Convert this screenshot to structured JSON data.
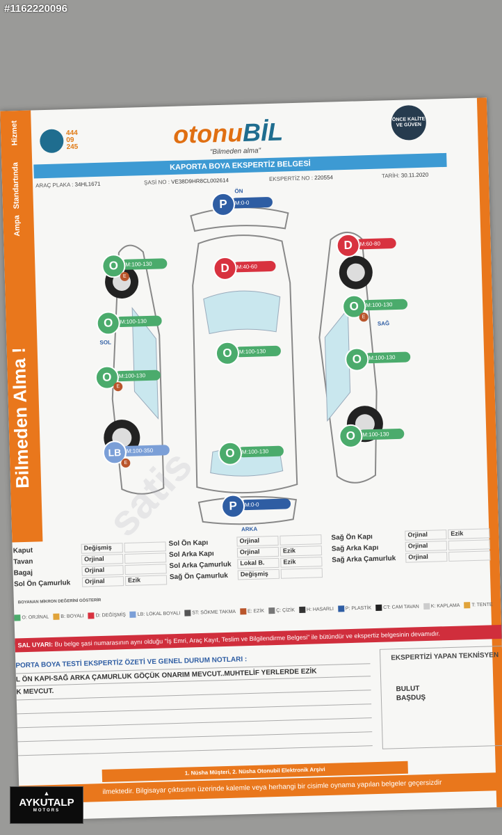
{
  "listing_id": "#1162220096",
  "brand": {
    "name_main": "otonu",
    "name_accent": "BİL",
    "tagline": "\"Bilmeden alma\"",
    "side_number": "444 09 245"
  },
  "side_strip": {
    "items": [
      "Hizmet",
      "Standartında",
      "Ampa"
    ]
  },
  "slogan_vertical": "Bilmeden Alma !",
  "seal_text": "ÖNCE KALİTE VE GÜVEN",
  "document_title": "KAPORTA BOYA EKSPERTİZ BELGESİ",
  "info": {
    "plate_label": "ARAÇ PLAKA :",
    "plate_value": "34HL1671",
    "chassis_label": "ŞASİ NO :",
    "chassis_value": "VE38D9HR8CL002614",
    "report_label": "EKSPERTİZ NO :",
    "report_value": "220554",
    "date_label": "TARİH:",
    "date_value": "30.11.2020"
  },
  "diagram": {
    "front_label": "ÖN",
    "rear_label": "ARKA",
    "left_label": "SOL",
    "right_label": "SAĞ",
    "badges": [
      {
        "id": "front-bumper",
        "letter": "P",
        "value": "M:0-0",
        "color": "blue"
      },
      {
        "id": "hood",
        "letter": "D",
        "value": "M:40-60",
        "color": "red"
      },
      {
        "id": "roof",
        "letter": "O",
        "value": "M:100-130",
        "color": "green"
      },
      {
        "id": "trunk",
        "letter": "O",
        "value": "M:100-130",
        "color": "green"
      },
      {
        "id": "rear-bumper",
        "letter": "P",
        "value": "M:0-0",
        "color": "blue"
      },
      {
        "id": "left-front-fender",
        "letter": "O",
        "value": "M:100-130",
        "color": "green"
      },
      {
        "id": "left-front-door",
        "letter": "O",
        "value": "M:100-130",
        "color": "green"
      },
      {
        "id": "left-rear-door",
        "letter": "O",
        "value": "M:100-130",
        "color": "green"
      },
      {
        "id": "left-rear-fender",
        "letter": "LB",
        "value": "M:100-350",
        "color": "lblue"
      },
      {
        "id": "right-front-fender",
        "letter": "D",
        "value": "M:60-80",
        "color": "red"
      },
      {
        "id": "right-front-door",
        "letter": "O",
        "value": "M:100-130",
        "color": "green"
      },
      {
        "id": "right-rear-door",
        "letter": "O",
        "value": "M:100-130",
        "color": "green"
      },
      {
        "id": "right-rear-fender",
        "letter": "O",
        "value": "M:100-130",
        "color": "green"
      }
    ],
    "dent_marker": "E"
  },
  "parts_table": {
    "col1": [
      {
        "part": "Kaput",
        "status": "Değişmiş",
        "extra": ""
      },
      {
        "part": "Tavan",
        "status": "Orjinal",
        "extra": ""
      },
      {
        "part": "Bagaj",
        "status": "Orjinal",
        "extra": ""
      },
      {
        "part": "Sol Ön Çamurluk",
        "status": "Orjinal",
        "extra": "Ezik"
      }
    ],
    "col2": [
      {
        "part": "Sol Ön Kapı",
        "status": "Orjinal",
        "extra": ""
      },
      {
        "part": "Sol Arka Kapı",
        "status": "Orjinal",
        "extra": "Ezik"
      },
      {
        "part": "Sol Arka Çamurluk",
        "status": "Lokal B.",
        "extra": "Ezik"
      },
      {
        "part": "Sağ Ön Çamurluk",
        "status": "Değişmiş",
        "extra": ""
      }
    ],
    "col3": [
      {
        "part": "Sağ Ön Kapı",
        "status": "Orjinal",
        "extra": "Ezik"
      },
      {
        "part": "Sağ Arka Kapı",
        "status": "Orjinal",
        "extra": ""
      },
      {
        "part": "Sağ Arka Çamurluk",
        "status": "Orjinal",
        "extra": ""
      }
    ]
  },
  "legend_heading": "BOYANAN MİKRON DEĞERİNİ GÖSTERİR",
  "legend": [
    {
      "label": "O: ORJİNAL",
      "color": "#4bab6c"
    },
    {
      "label": "B: BOYALI",
      "color": "#e0a33a"
    },
    {
      "label": "D: DEĞİŞMİŞ",
      "color": "#d8323f"
    },
    {
      "label": "LB: LOKAL BOYALI",
      "color": "#7b9fd7"
    },
    {
      "label": "ST: SÖKME TAKMA",
      "color": "#555555"
    },
    {
      "label": "E: EZİK",
      "color": "#b9552b"
    },
    {
      "label": "Ç: ÇİZİK",
      "color": "#777777"
    },
    {
      "label": "H: HASARLI",
      "color": "#333333"
    },
    {
      "label": "P: PLASTİK",
      "color": "#2e5da3"
    },
    {
      "label": "CT: CAM TAVAN",
      "color": "#222222"
    },
    {
      "label": "K: KAPLAMA",
      "color": "#cccccc"
    },
    {
      "label": "T: TENTE",
      "color": "#e0a33a"
    }
  ],
  "warning": {
    "prefix": "SAL UYARI:",
    "text": "Bu belge şasi numarasının aynı olduğu \"İş Emri, Araç Kayıt, Teslim ve Bilgilendirme Belgesi\" ile bütündür ve ekspertiz belgesinin devamıdır."
  },
  "notes": {
    "title": "PORTA BOYA TESTİ EKSPERTİZ ÖZETİ VE GENEL DURUM NOTLARI :",
    "line1": "L ÖN KAPI-SAĞ ARKA ÇAMURLUK GÖÇÜK ONARIM MEVCUT..MUHTELİF YERLERDE EZİK",
    "line2": "K MEVCUT."
  },
  "technician": {
    "title": "EKSPERTİZİ YAPAN TEKNİSYEN",
    "name1": "BULUT",
    "name2": "BAŞDUŞ"
  },
  "copies_text": "1. Nüsha Müşteri, 2. Nüsha Otonubil Elektronik Arşivi",
  "bottom_text": "ilmektedir. Bilgisayar çıktısının üzerinde kalemle veya herhangi bir cisimle oynama yapılan belgeler geçersizdir",
  "watermark": "satis",
  "dealer": {
    "name": "AYKUTALP",
    "sub": "MOTORS"
  }
}
